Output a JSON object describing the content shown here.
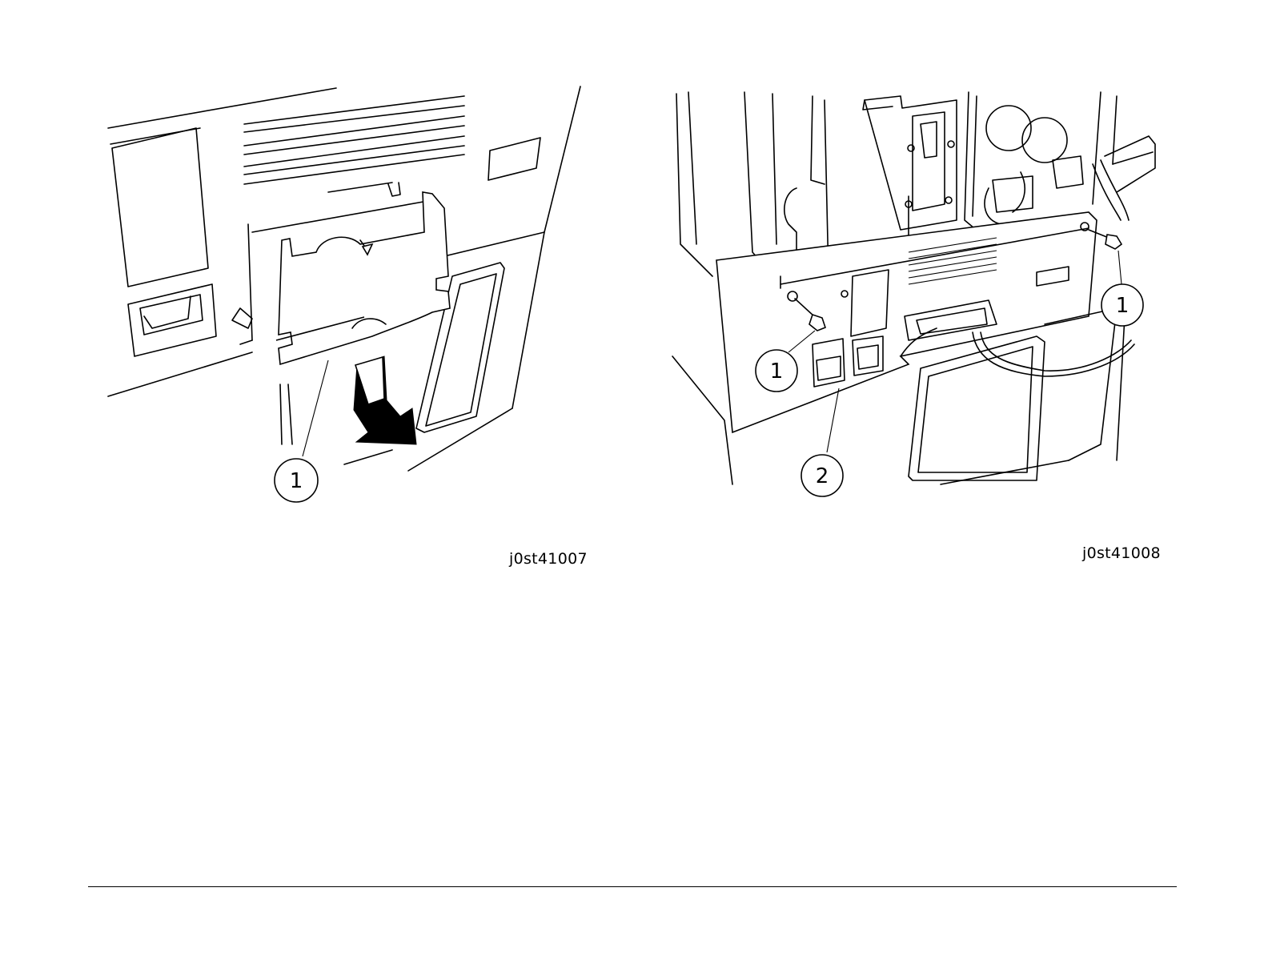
{
  "figures": [
    {
      "id": "j0st41007",
      "callouts": [
        "1"
      ]
    },
    {
      "id": "j0st41008",
      "callouts": [
        "1",
        "1",
        "2"
      ]
    }
  ],
  "colors": {
    "line": "#000000",
    "background": "#ffffff"
  }
}
